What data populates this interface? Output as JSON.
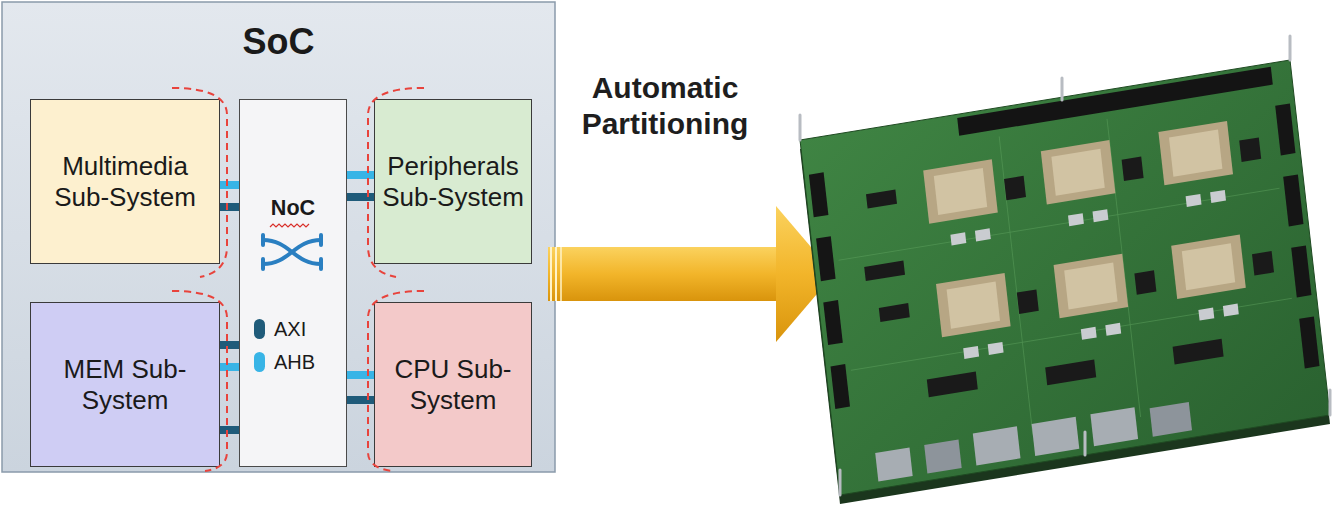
{
  "diagram": {
    "nodes": [
      {
        "text": [
          "SoC"
        ]
      },
      {
        "text": [
          "Multimedia Sub-System"
        ],
        "in": 0
      },
      {
        "text": [
          "NoC"
        ],
        "in": 0
      },
      {
        "text": [
          "Peripherals Sub-System"
        ],
        "in": 0
      },
      {
        "text": [
          "MEM Sub-System"
        ],
        "in": 0
      },
      {
        "text": [
          "CPU Sub-System"
        ],
        "in": 0
      }
    ],
    "edges": [
      {
        "from": 1,
        "to": 2,
        "arrow": "none"
      },
      {
        "from": 1,
        "to": 2,
        "arrow": "none"
      },
      {
        "from": 3,
        "to": 2,
        "arrow": "none"
      },
      {
        "from": 3,
        "to": 2,
        "arrow": "none"
      },
      {
        "from": 4,
        "to": 2,
        "arrow": "none"
      },
      {
        "from": 4,
        "to": 2,
        "arrow": "none"
      },
      {
        "from": 4,
        "to": 2,
        "arrow": "none"
      },
      {
        "from": 5,
        "to": 2,
        "arrow": "none"
      },
      {
        "from": 5,
        "to": 2,
        "arrow": "none"
      }
    ],
    "labels": [
      "Automatic Partitioning"
    ],
    "legend": [
      {
        "text": "AXI",
        "color": "#1f5b7a"
      },
      {
        "text": "AHB",
        "color": "#38b4e6"
      }
    ]
  }
}
